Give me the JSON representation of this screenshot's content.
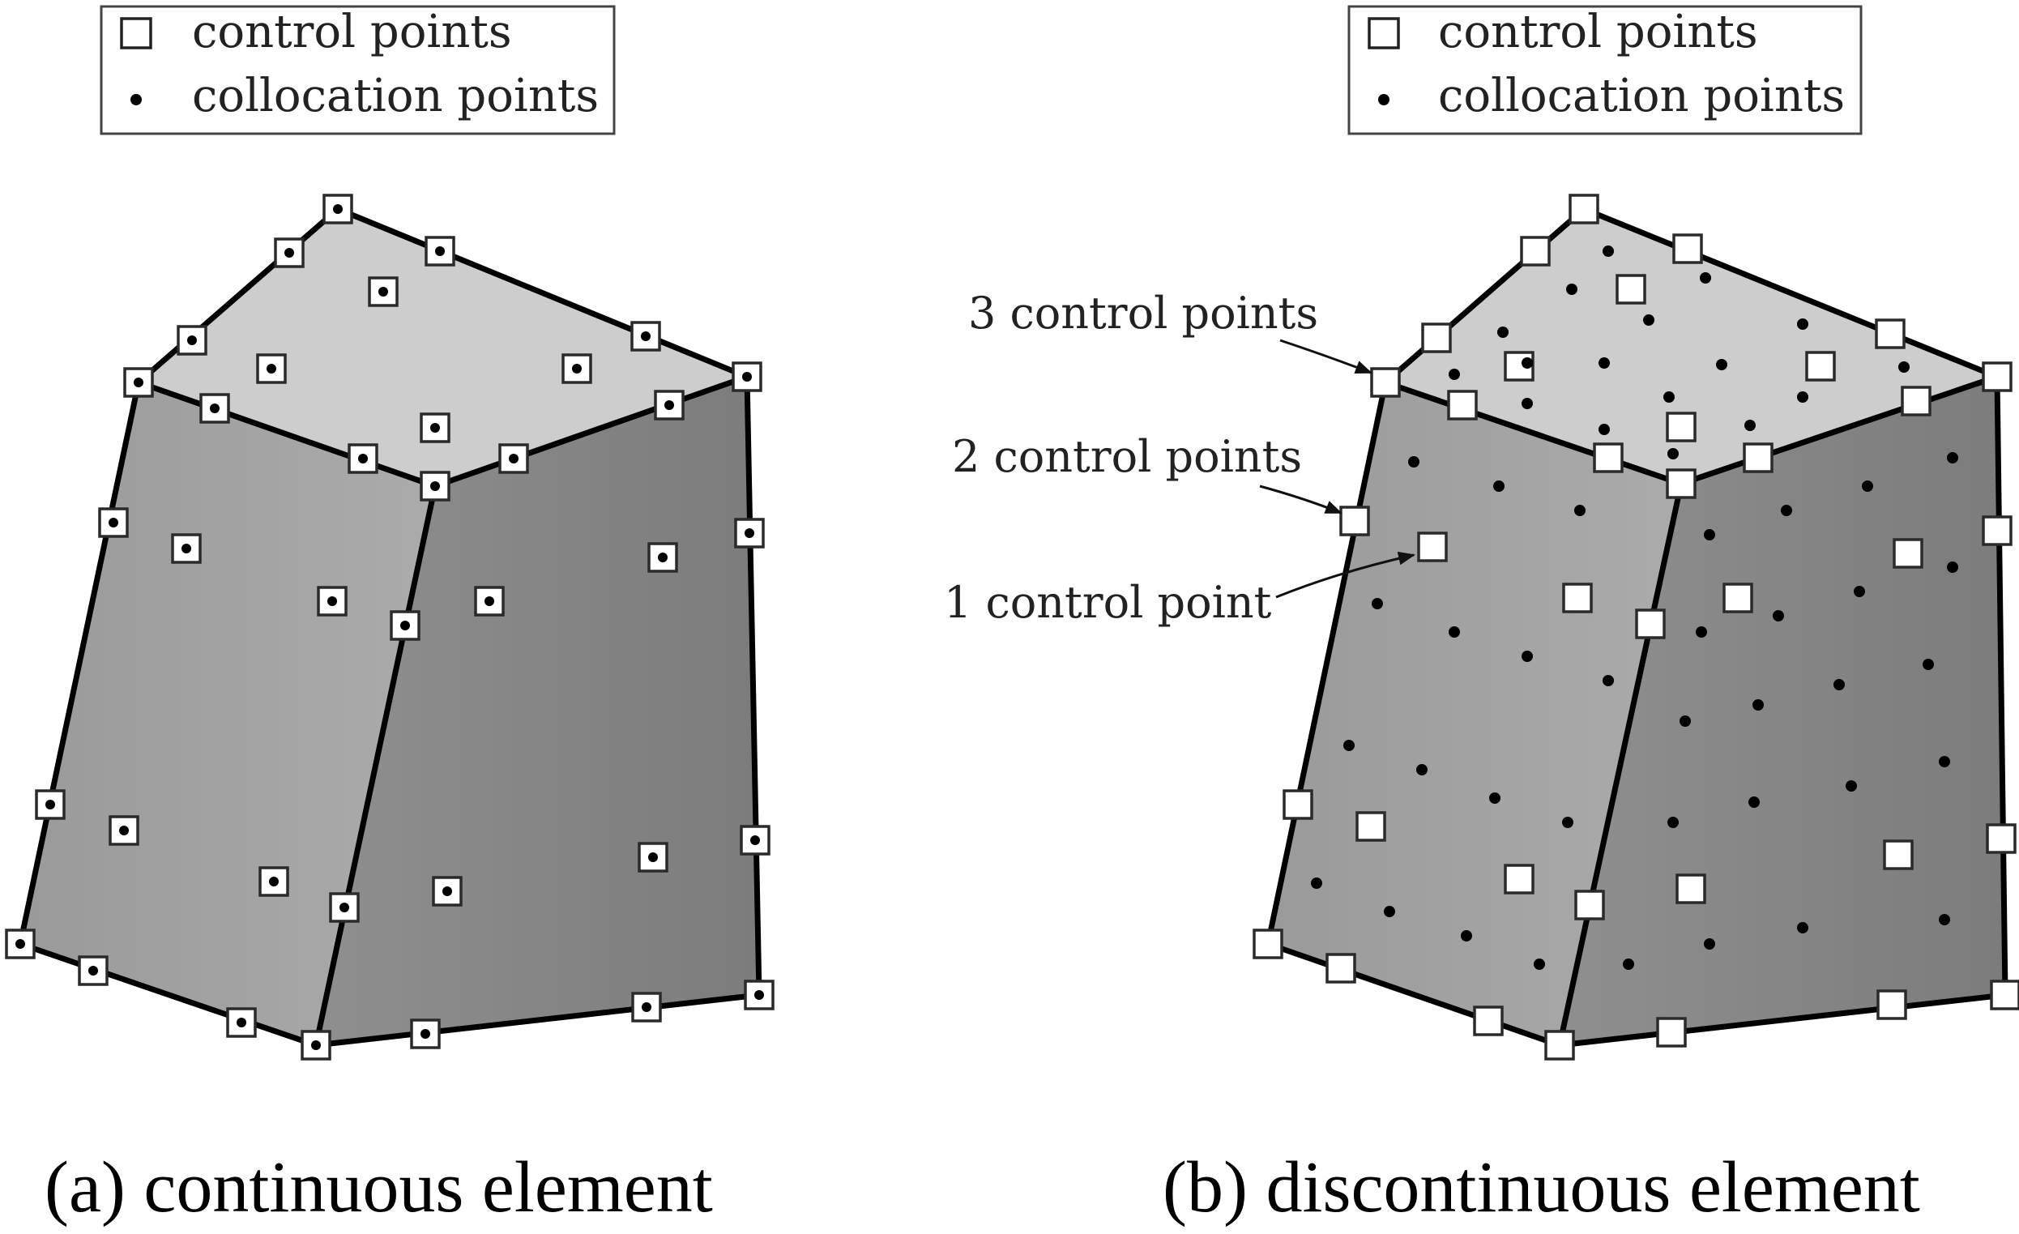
{
  "legend": {
    "control_label": "control points",
    "collocation_label": "collocation points"
  },
  "annotations": {
    "three": "3 control points",
    "two": "2 control points",
    "one": "1 control point"
  },
  "captions": {
    "a": "(a)  continuous element",
    "b": "(b)  discontinuous element"
  },
  "colors": {
    "top_face": "#cfcfcf",
    "left_face": "#a6a6a6",
    "right_face": "#858585",
    "edge": "#000000"
  }
}
